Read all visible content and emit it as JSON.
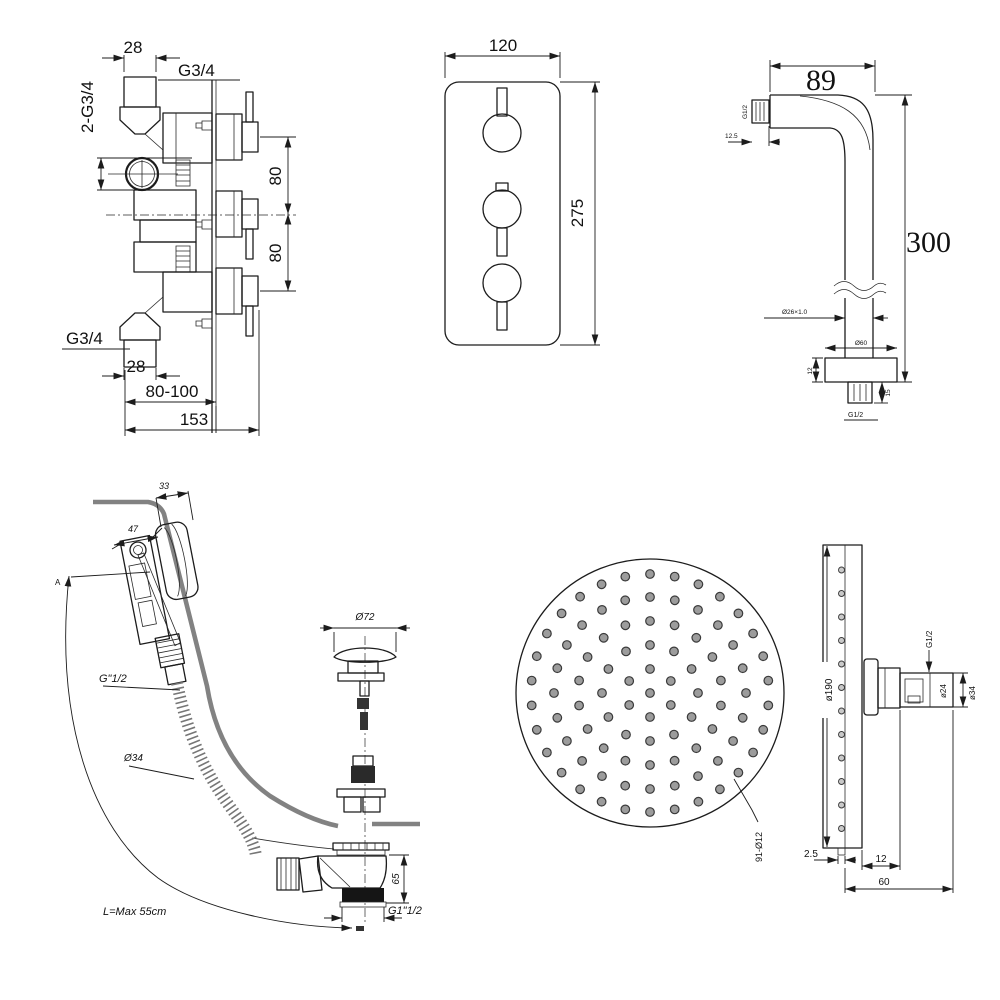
{
  "drawings": {
    "valve_side": {
      "d28_top": "28",
      "g34_top": "G3/4",
      "g34x2": "2-G3/4",
      "d80_a": "80",
      "d80_b": "80",
      "g34_bottom": "G3/4",
      "d28_bottom": "28",
      "d80_100": "80-100",
      "d153": "153"
    },
    "valve_front": {
      "d120": "120",
      "d275": "275"
    },
    "shower_arm": {
      "d89": "89",
      "d300": "300",
      "g12_wall": "G1/2",
      "d12_5": "12.5",
      "tube": "Ø26×1.0",
      "d60": "Ø60",
      "d12": "12",
      "d15": "15",
      "g12_out": "G1/2"
    },
    "bath_filler": {
      "d33": "33",
      "d47": "47",
      "g12": "G\"1/2",
      "d34": "Ø34",
      "length": "L=Max  55cm",
      "marker_a": "A",
      "d72": "Ø72",
      "d65": "65",
      "g1_12": "G1\"1/2"
    },
    "head_face": {
      "holes": "91-Ø12"
    },
    "head_side": {
      "d190": "ø190",
      "d2_5": "2.5",
      "g12": "G1/2",
      "d24": "ø24",
      "d34": "ø34",
      "d12": "12",
      "d60": "60"
    }
  }
}
